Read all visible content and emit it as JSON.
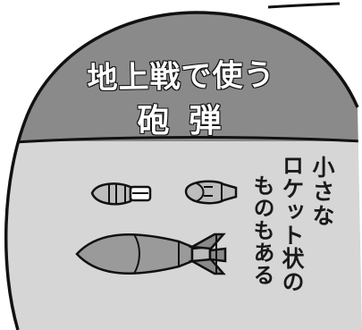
{
  "title": {
    "line1": "地上戦で使う",
    "line2": "砲弾"
  },
  "note": {
    "lines": [
      "小さな",
      "ロケット状の",
      "ものもある"
    ]
  },
  "colors": {
    "cap_gray": "#8a8a8a",
    "body_gray": "#d6d6d6",
    "outline": "#111111",
    "shell_gray": "#bdbdbd",
    "shell_dark": "#9a9a9a"
  },
  "icons": [
    "mortar-shell-small-icon",
    "rocket-shell-icon",
    "mortar-shell-large-icon"
  ]
}
